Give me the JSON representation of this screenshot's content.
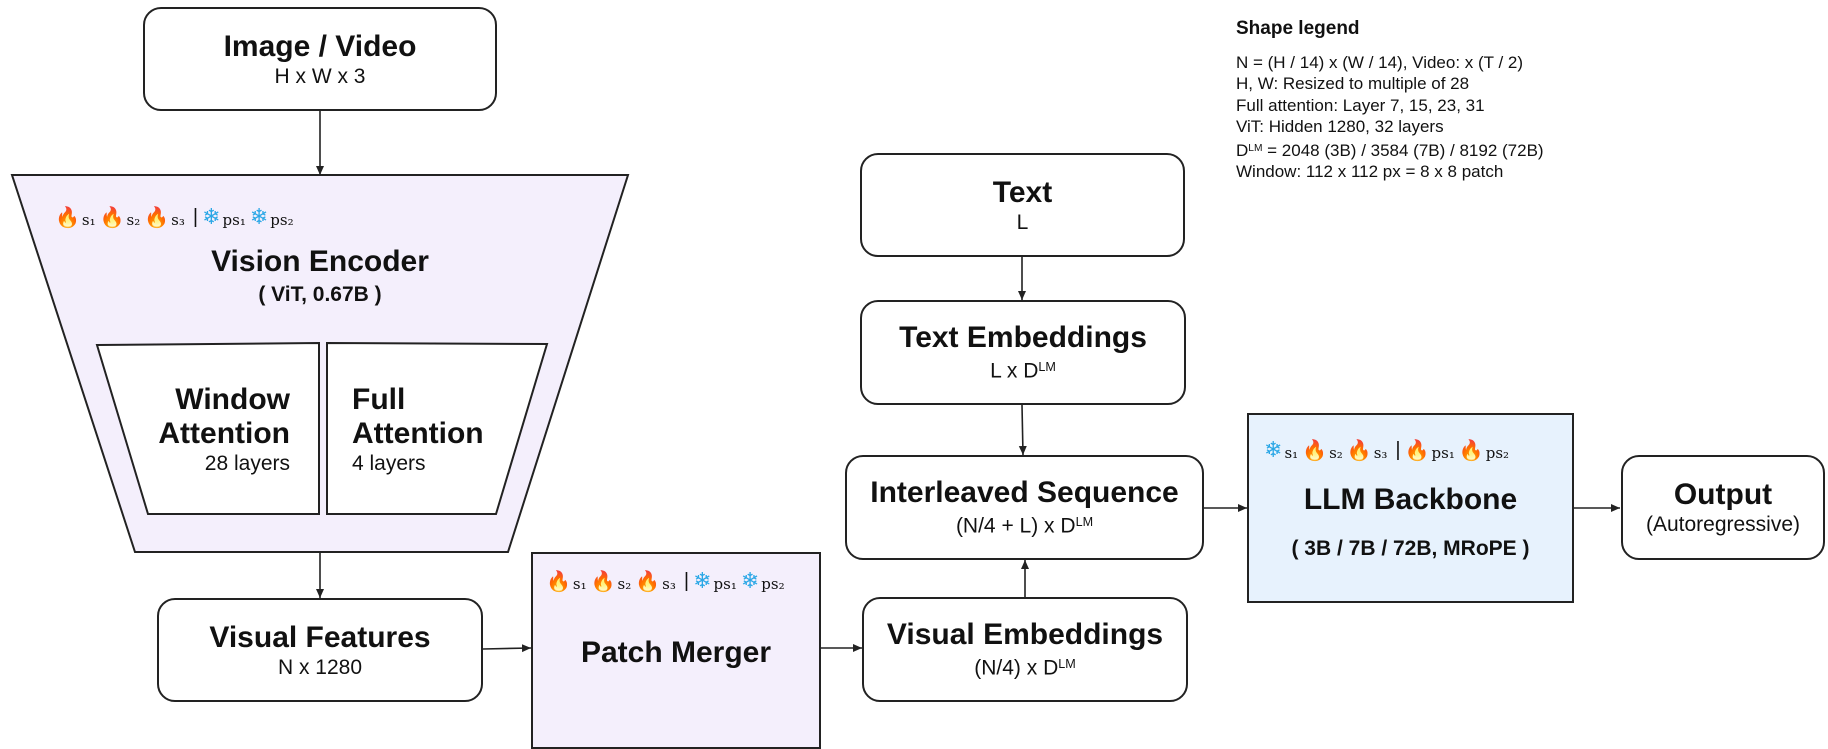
{
  "input": {
    "title": "Image / Video",
    "shape": "H x W x 3"
  },
  "vision_encoder": {
    "title": "Vision Encoder",
    "subtitle": "( ViT, 0.67B )",
    "annotation": {
      "trainable": [
        "s₁",
        "s₂",
        "s₃"
      ],
      "frozen": [
        "ps₁",
        "ps₂"
      ]
    },
    "window_attention": {
      "title_line1": "Window",
      "title_line2": "Attention",
      "layers": "28 layers"
    },
    "full_attention": {
      "title_line1": "Full",
      "title_line2": "Attention",
      "layers": "4 layers"
    }
  },
  "visual_features": {
    "title": "Visual Features",
    "shape": "N x 1280"
  },
  "patch_merger": {
    "title": "Patch Merger",
    "annotation": {
      "trainable": [
        "s₁",
        "s₂",
        "s₃"
      ],
      "frozen": [
        "ps₁",
        "ps₂"
      ]
    }
  },
  "text": {
    "title": "Text",
    "shape": "L"
  },
  "text_embeddings": {
    "title": "Text Embeddings",
    "shape_prefix": "L x D",
    "shape_sup": "LM"
  },
  "visual_embeddings": {
    "title": "Visual Embeddings",
    "shape_prefix": "(N/4) x D",
    "shape_sup": "LM"
  },
  "interleaved": {
    "title": "Interleaved Sequence",
    "shape_prefix": "(N/4 + L) x D",
    "shape_sup": "LM"
  },
  "llm": {
    "title": "LLM Backbone",
    "subtitle": "( 3B / 7B / 72B, MRoPE )",
    "annotation": {
      "frozen": [
        "s₁"
      ],
      "trainable": [
        "s₂",
        "s₃",
        "ps₁",
        "ps₂"
      ]
    }
  },
  "output": {
    "title": "Output",
    "subtitle": "(Autoregressive)"
  },
  "legend": {
    "title": "Shape legend",
    "line1": "N = (H / 14) x (W / 14), Video: x (T / 2)",
    "line2": "H, W: Resized to multiple of 28",
    "line3": "Full attention: Layer 7, 15, 23, 31",
    "line4": "ViT: Hidden 1280, 32 layers",
    "line5_prefix": "D",
    "line5_sup": "LM",
    "line5_rest": " = 2048 (3B) / 3584 (7B) / 8192 (72B)",
    "line6": "Window: 112 x 112 px = 8 x 8 patch"
  },
  "colors": {
    "encoder_fill": "#f4effc",
    "merger_fill": "#f4effc",
    "llm_fill": "#e7f2fd",
    "fire": "#ef6a1a",
    "snow": "#2aa7e6"
  },
  "icons": {
    "trainable": "flame-icon",
    "frozen": "snowflake-icon"
  }
}
